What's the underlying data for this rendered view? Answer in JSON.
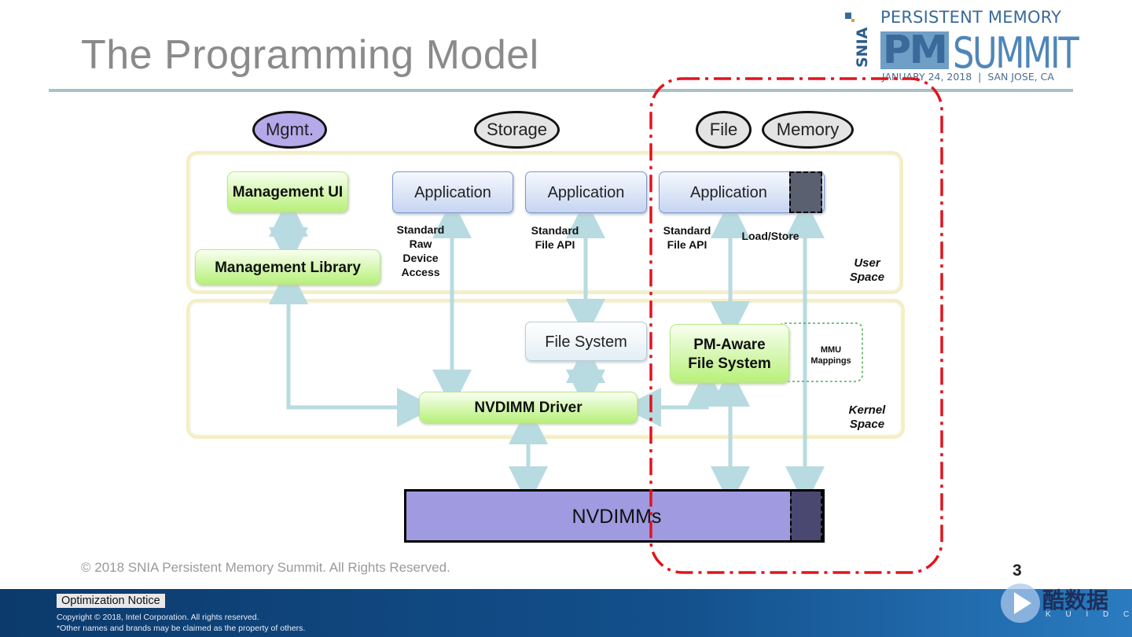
{
  "slide": {
    "title": "The Programming Model",
    "copyright_line": "© 2018 SNIA Persistent Memory Summit. All Rights Reserved.",
    "page_number": "3"
  },
  "logo": {
    "org": "SNIA",
    "line1": "PERSISTENT MEMORY",
    "pm": "PM",
    "summit": "SUMMIT",
    "date_line": "JANUARY 24, 2018  |  SAN JOSE, CA"
  },
  "diagram": {
    "categories": {
      "mgmt": "Mgmt.",
      "storage": "Storage",
      "file": "File",
      "memory": "Memory"
    },
    "user_space": {
      "label_line1": "User",
      "label_line2": "Space",
      "management_ui": "Management UI",
      "management_library": "Management Library",
      "application_1": "Application",
      "application_2": "Application",
      "application_3": "Application",
      "raw_access": [
        "Standard",
        "Raw",
        "Device",
        "Access"
      ],
      "file_api_1": [
        "Standard",
        "File API"
      ],
      "file_api_2": [
        "Standard",
        "File API"
      ],
      "load_store": "Load/Store"
    },
    "kernel_space": {
      "label_line1": "Kernel",
      "label_line2": "Space",
      "file_system": "File System",
      "pm_fs_line1": "PM-Aware",
      "pm_fs_line2": "File System",
      "mmu_line1": "MMU",
      "mmu_line2": "Mappings",
      "nvdimm_driver": "NVDIMM Driver"
    },
    "hardware": {
      "nvdimms": "NVDIMMs"
    },
    "colors": {
      "highlight_dash": "#e0141e",
      "arrow": "#b7dbe0",
      "nvdimm_fill": "#a09ae0",
      "mgmt_oval_fill": "#b5a9ea"
    }
  },
  "footer": {
    "optimization_notice": "Optimization Notice",
    "copyright": "Copyright © 2018, Intel Corporation. All rights reserved.",
    "other_names": "*Other names and brands may be claimed as the property of others.",
    "watermark_text": "酷数据",
    "watermark_sub": "K U I D C"
  }
}
